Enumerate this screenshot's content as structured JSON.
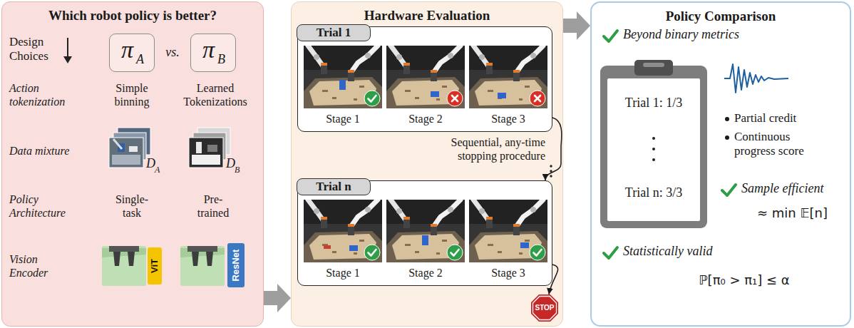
{
  "diagram": {
    "nodes": [
      {
        "text": [
          "Which robot policy is better?"
        ]
      },
      {
        "text": [
          "π",
          "A"
        ],
        "in": 0
      },
      {
        "text": [
          "π",
          "B"
        ],
        "in": 0
      },
      {
        "text": [
          "Hardware Evaluation"
        ]
      },
      {
        "text": [
          "Trial 1",
          "Stage 1",
          "Stage 2",
          "Stage 3"
        ],
        "in": 3
      },
      {
        "text": [
          "Trial n",
          "Stage 1",
          "Stage 2",
          "Stage 3"
        ],
        "in": 3
      },
      {
        "text": [
          "STOP"
        ],
        "in": 3
      },
      {
        "text": [
          "Policy Comparison"
        ]
      },
      {
        "text": [
          "Trial 1: 1/3",
          "Trial n: 3/3"
        ],
        "in": 7
      }
    ],
    "edges": [
      {
        "from": 0,
        "to": 3,
        "arrow": "to"
      },
      {
        "from": 3,
        "to": 7,
        "arrow": "to"
      },
      {
        "from": 4,
        "to": 5,
        "arrow": "to"
      },
      {
        "from": 5,
        "to": 6,
        "arrow": "to"
      }
    ],
    "labels": [
      "Design Choices",
      "vs.",
      "Action tokenization",
      "Simple binning",
      "Learned Tokenizations",
      "Data mixture",
      "D",
      "A",
      "D",
      "B",
      "Policy Architecture",
      "Single-task",
      "Pre-trained",
      "Vision Encoder",
      "ViT",
      "ResNet",
      "Sequential, any-time stopping procedure",
      "Beyond binary metrics",
      "Partial credit",
      "Continuous progress score",
      "Sample efficient",
      "≈ min 𝔼[n]",
      "Statistically valid",
      "ℙ[π₀ > π₁] ≤ α"
    ]
  }
}
